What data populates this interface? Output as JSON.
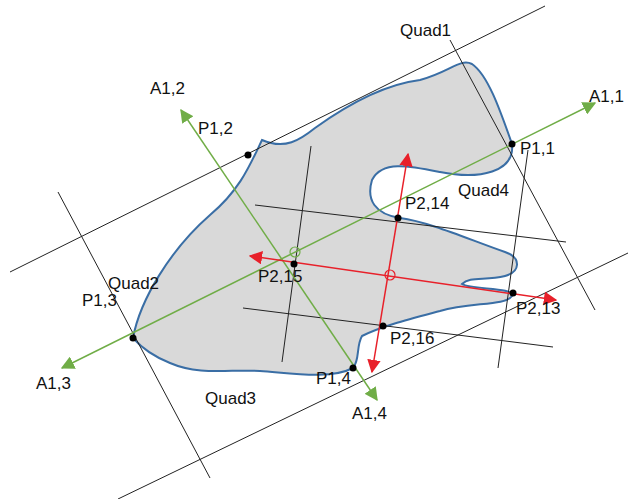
{
  "diagram": {
    "labels": [
      "Quad1",
      "A1,1",
      "A1,2",
      "P1,2",
      "P1,1",
      "Quad4",
      "P2,14",
      "Quad2",
      "P2,15",
      "P1,3",
      "P2,13",
      "P2,16",
      "P1,4",
      "A1,3",
      "Quad3",
      "A1,4"
    ]
  }
}
